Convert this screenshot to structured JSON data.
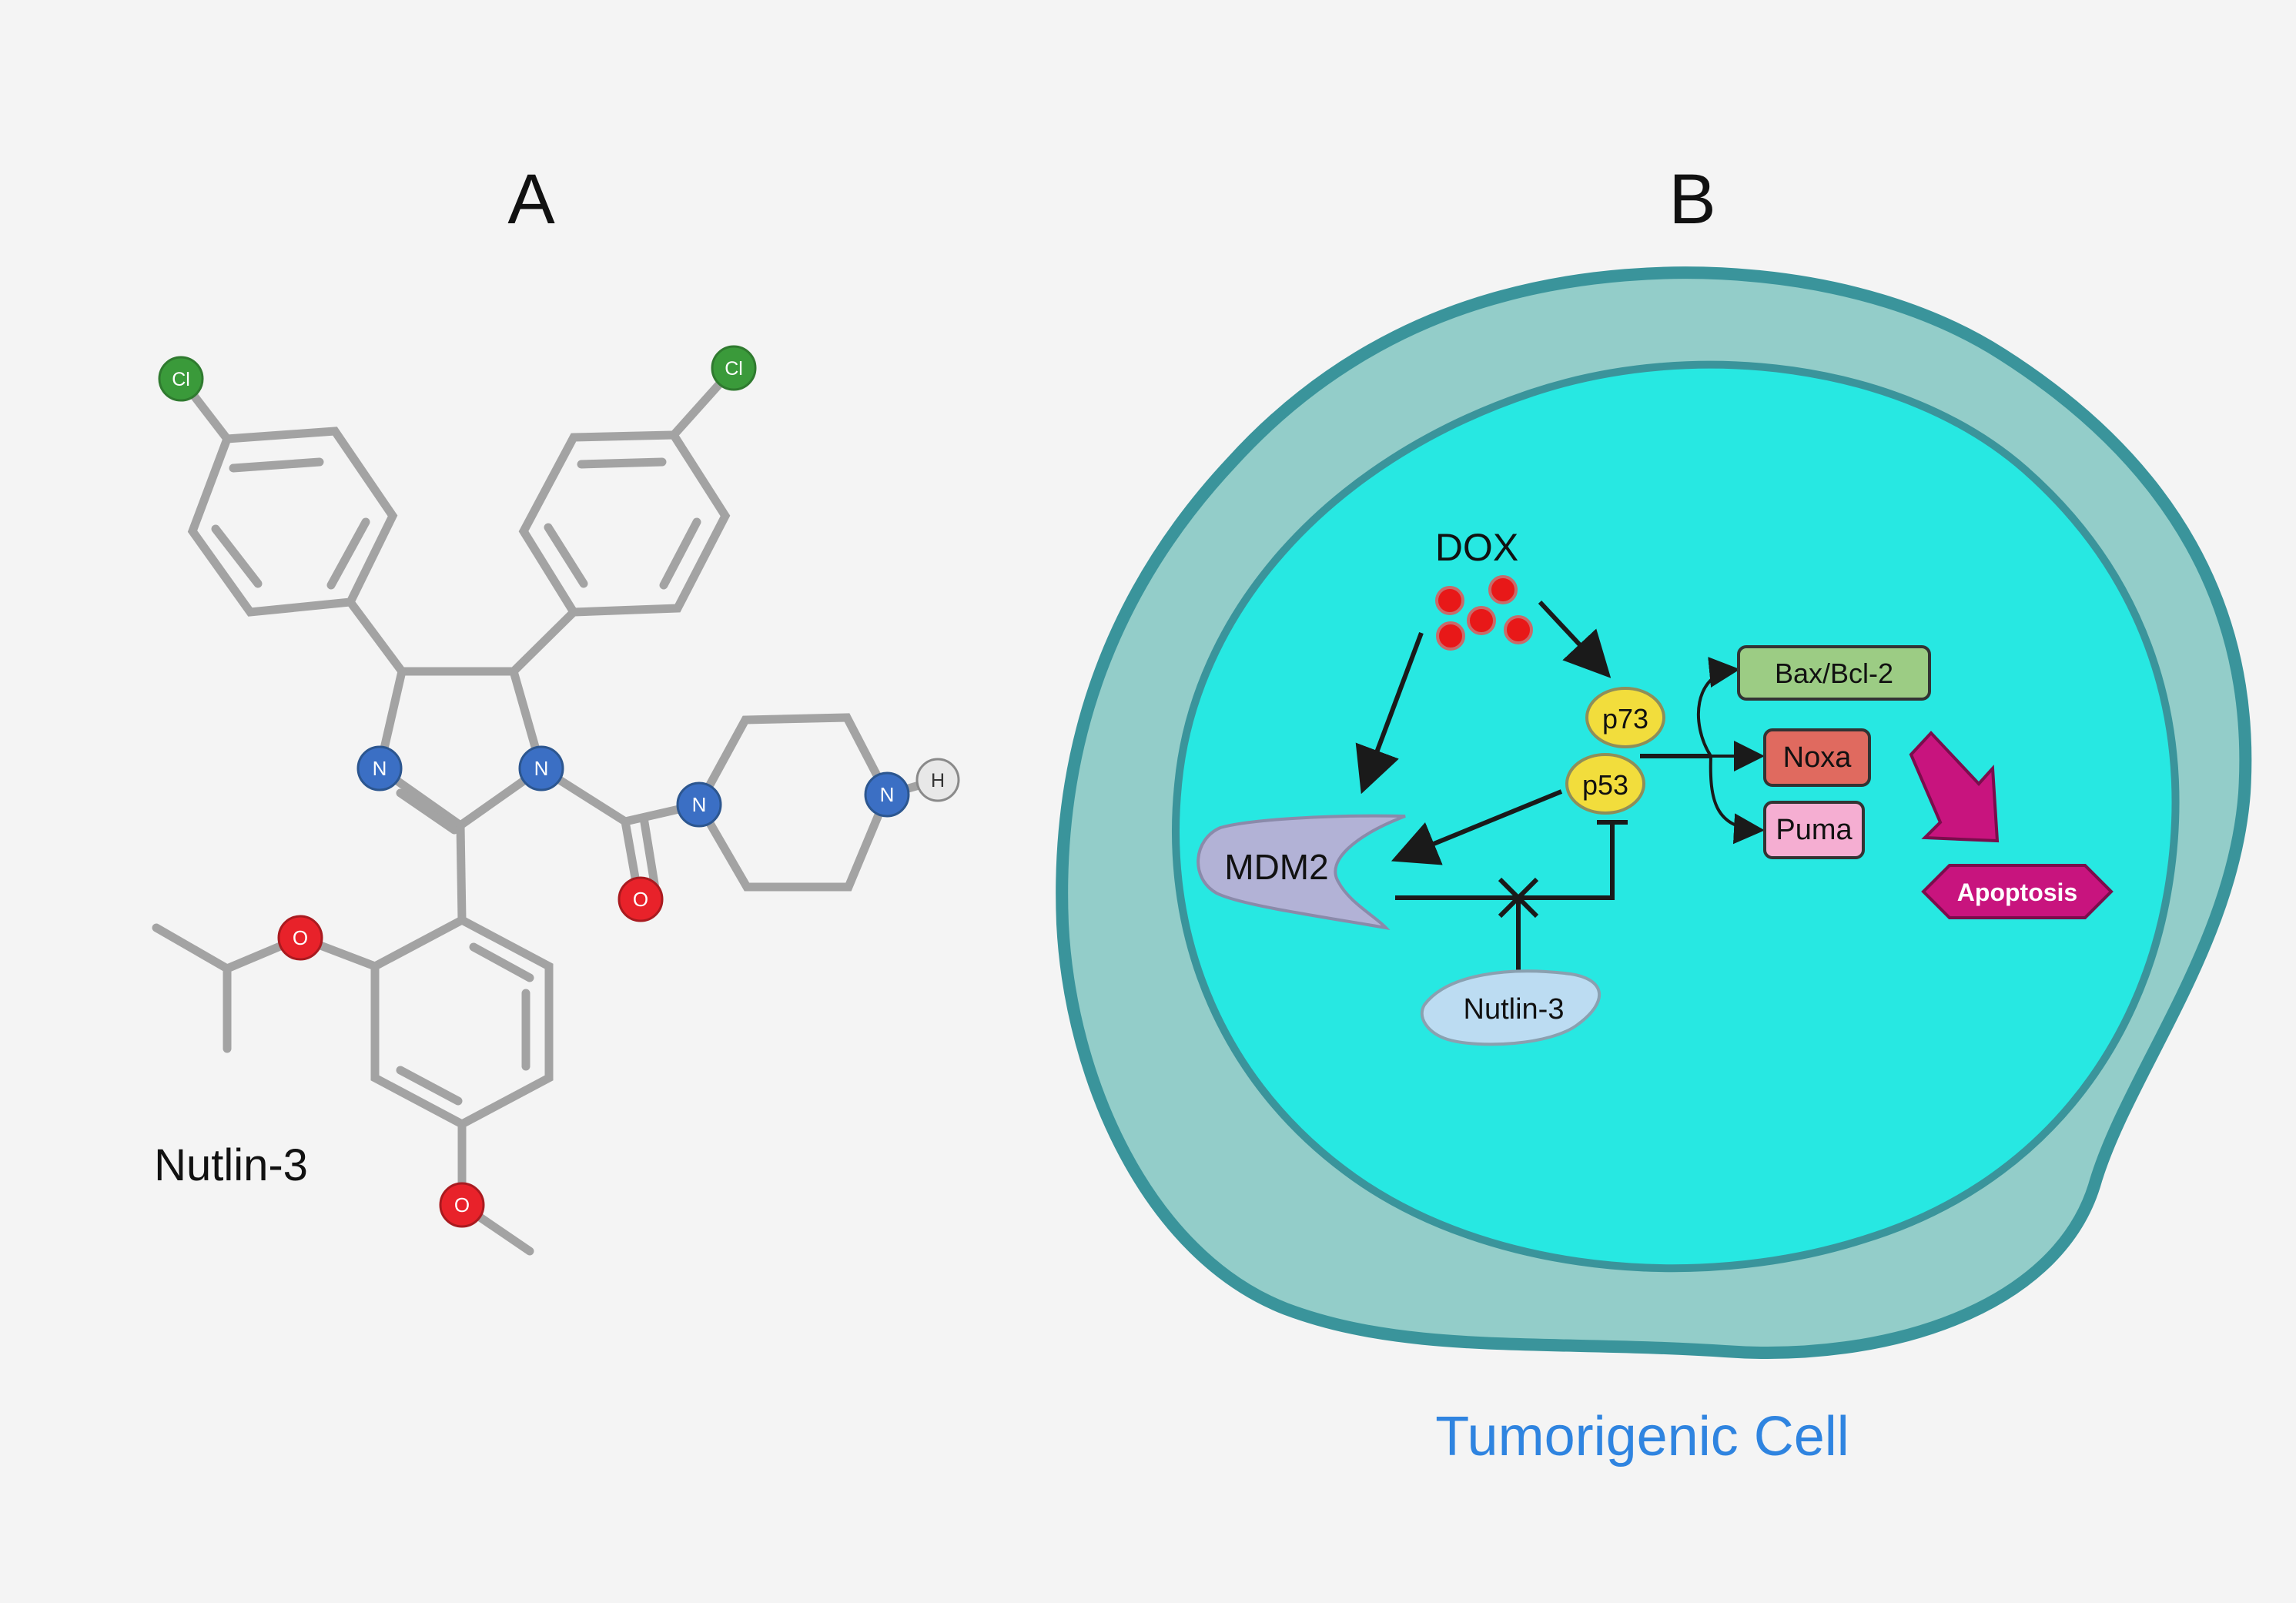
{
  "panel_a": {
    "label": "A",
    "molecule_name": "Nutlin-3",
    "atoms": {
      "cl1": "Cl",
      "cl2": "Cl",
      "n1": "N",
      "n2": "N",
      "n3": "N",
      "n4": "N",
      "h": "H",
      "o_carbonyl": "O",
      "o_ether": "O",
      "o_methoxy": "O"
    }
  },
  "panel_b": {
    "label": "B",
    "caption": "Tumorigenic Cell",
    "nodes": {
      "dox": "DOX",
      "p73": "p73",
      "p53": "p53",
      "mdm2": "MDM2",
      "nutlin": "Nutlin-3",
      "bax": "Bax/Bcl-2",
      "noxa": "Noxa",
      "puma": "Puma",
      "apoptosis": "Apoptosis"
    }
  },
  "colors": {
    "background": "#f4f4f4",
    "bond": "#a3a3a3",
    "chlorine": "#3a9a3a",
    "nitrogen": "#3b6fc4",
    "oxygen": "#e8222a",
    "hydrogen": "#e8e8e8",
    "cell_membrane": "#3a949b",
    "cell_outer": "#93cdc9",
    "cytoplasm": "#27e8e2",
    "dox_dot": "#e81818",
    "p_protein": "#f2dd3c",
    "mdm2": "#b2b2d6",
    "nutlin": "#bcdcf2",
    "bax": "#9ccc84",
    "noxa": "#e06a5f",
    "puma": "#f5aed2",
    "apoptosis": "#c8147e",
    "caption": "#2f84e0"
  }
}
